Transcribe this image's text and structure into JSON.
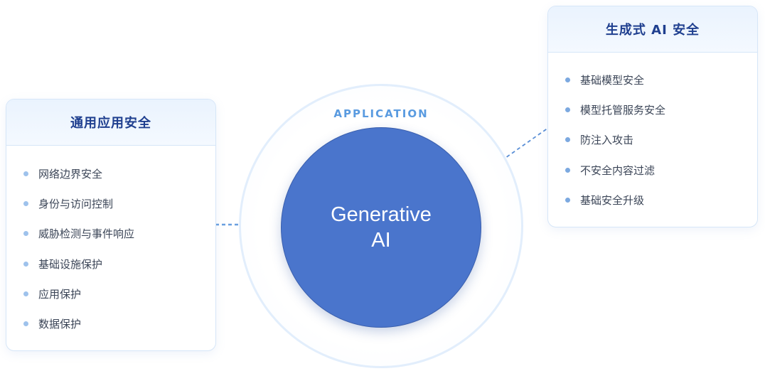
{
  "left_card": {
    "title": "通用应用安全",
    "items": [
      "网络边界安全",
      "身份与访问控制",
      "威胁检测与事件响应",
      "基础设施保护",
      "应用保护",
      "数据保护"
    ]
  },
  "right_card": {
    "title": "生成式 AI 安全",
    "items": [
      "基础模型安全",
      "模型托管服务安全",
      "防注入攻击",
      "不安全内容过滤",
      "基础安全升级"
    ]
  },
  "center": {
    "ring_label": "APPLICATION",
    "core_line1": "Generative",
    "core_line2": "AI"
  },
  "colors": {
    "card_title": "#1f3f8f",
    "ring_label": "#5a9be0",
    "core_fill": "#4a75cc",
    "connector": "#5a8fd6"
  }
}
